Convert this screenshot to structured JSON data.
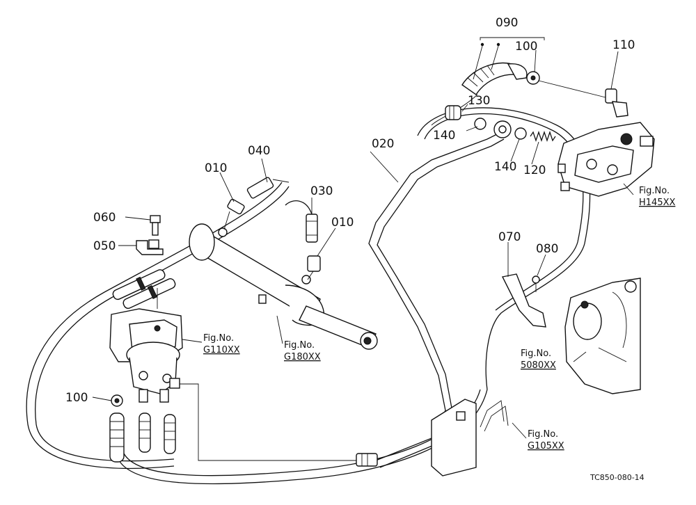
{
  "callouts": {
    "p010a": "010",
    "p010b": "010",
    "p020": "020",
    "p030": "030",
    "p040": "040",
    "p050": "050",
    "p060": "060",
    "p070": "070",
    "p080": "080",
    "p090": "090",
    "p100a": "100",
    "p100b": "100",
    "p110": "110",
    "p120": "120",
    "p130": "130",
    "p140a": "140",
    "p140b": "140"
  },
  "figure_refs": {
    "h145_line1": "Fig.No.",
    "h145_line2": "H145XX",
    "g110_line1": "Fig.No.",
    "g110_line2": "G110XX",
    "g180_line1": "Fig.No.",
    "g180_line2": "G180XX",
    "s5080_line1": "Fig.No.",
    "s5080_line2": "5080XX",
    "g105_line1": "Fig.No.",
    "g105_line2": "G105XX"
  },
  "drawing_code": "TC850-080-14"
}
